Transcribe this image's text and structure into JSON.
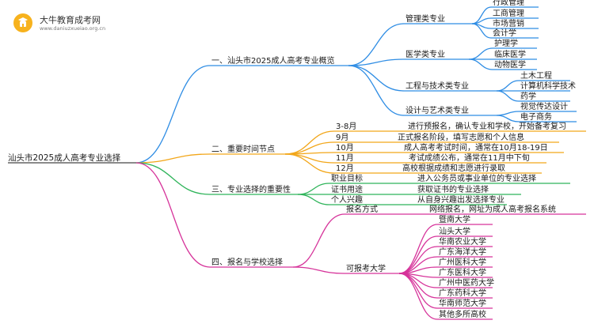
{
  "logo": {
    "title": "大牛教育成考网",
    "url": "www.daniuzxueiao.org.cn"
  },
  "root": "汕头市2025成人高考专业选择",
  "colors": {
    "blue": "#2f8de4",
    "orange": "#f2a619",
    "green": "#2fb45a",
    "magenta": "#d6339a"
  },
  "branches": [
    {
      "label": "一、汕头市2025成人高考专业概览",
      "color": "blue",
      "children": [
        {
          "label": "管理类专业",
          "children": [
            "行政管理",
            "工商管理",
            "市场营销",
            "会计学"
          ]
        },
        {
          "label": "医学类专业",
          "children": [
            "护理学",
            "临床医学",
            "动物医学"
          ]
        },
        {
          "label": "工程与技术类专业",
          "children": [
            "土木工程",
            "计算机科学技术",
            "药学"
          ]
        },
        {
          "label": "设计与艺术类专业",
          "children": [
            "视觉传达设计",
            "电子商务"
          ]
        }
      ]
    },
    {
      "label": "二、重要时间节点",
      "color": "orange",
      "children": [
        {
          "label": "3-8月",
          "children": [
            "进行预报名，确认专业和学校，开始备考复习"
          ]
        },
        {
          "label": "9月",
          "children": [
            "正式报名阶段，填写志愿和个人信息"
          ]
        },
        {
          "label": "10月",
          "children": [
            "成人高考考试时间，通常在10月18-19日"
          ]
        },
        {
          "label": "11月",
          "children": [
            "考试成绩公布，通常在11月中下旬"
          ]
        },
        {
          "label": "12月",
          "children": [
            "高校根据成绩和志愿进行录取"
          ]
        }
      ]
    },
    {
      "label": "三、专业选择的重要性",
      "color": "green",
      "children": [
        {
          "label": "职业目标",
          "children": [
            "进入公务员或事业单位的专业选择"
          ]
        },
        {
          "label": "证书用途",
          "children": [
            "获取证书的专业选择"
          ]
        },
        {
          "label": "个人兴趣",
          "children": [
            "从自身兴趣出发选择专业"
          ]
        }
      ]
    },
    {
      "label": "四、报名与学校选择",
      "color": "magenta",
      "children": [
        {
          "label": "报名方式",
          "children": [
            "网络报名，网址为成人高考报名系统"
          ]
        },
        {
          "label": "可报考大学",
          "children": [
            "暨南大学",
            "汕头大学",
            "华南农业大学",
            "广东海洋大学",
            "广州医科大学",
            "广东医科大学",
            "广州中医药大学",
            "广东药科大学",
            "华南师范大学",
            "其他多所高校"
          ]
        }
      ]
    }
  ]
}
